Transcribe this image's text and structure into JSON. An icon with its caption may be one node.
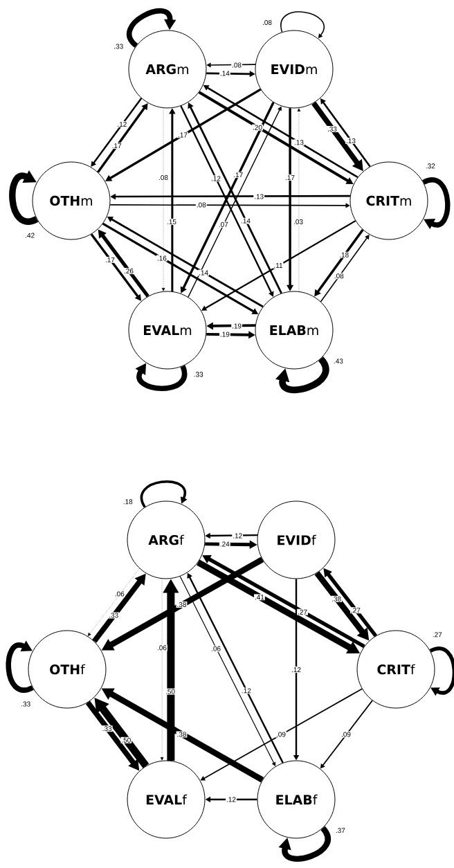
{
  "diagram": {
    "nodes": [
      {
        "text": [
          "**ARG**m"
        ]
      },
      {
        "text": [
          "**EVID**m"
        ]
      },
      {
        "text": [
          "**OTH**m"
        ]
      },
      {
        "text": [
          "**CRIT**m"
        ]
      },
      {
        "text": [
          "**EVAL**m"
        ]
      },
      {
        "text": [
          "**ELAB**m"
        ]
      },
      {
        "text": [
          "**ARG**f"
        ]
      },
      {
        "text": [
          "**EVID**f"
        ]
      },
      {
        "text": [
          "**OTH**f"
        ]
      },
      {
        "text": [
          "**CRIT**f"
        ]
      },
      {
        "text": [
          "**EVAL**f"
        ]
      },
      {
        "text": [
          "**ELAB**f"
        ]
      }
    ],
    "edges": [
      {
        "from": 0,
        "to": 0,
        "arrow": "to",
        "label": ".33",
        "style": "thick"
      },
      {
        "from": 1,
        "to": 1,
        "arrow": "to",
        "label": ".08"
      },
      {
        "from": 2,
        "to": 2,
        "arrow": "to",
        "label": ".42",
        "style": "thick"
      },
      {
        "from": 3,
        "to": 3,
        "arrow": "to",
        "label": ".32",
        "style": "thick"
      },
      {
        "from": 4,
        "to": 4,
        "arrow": "to",
        "label": ".33",
        "style": "thick"
      },
      {
        "from": 5,
        "to": 5,
        "arrow": "to",
        "label": ".43",
        "style": "thick"
      },
      {
        "from": 0,
        "to": 1,
        "arrow": "to",
        "label": ".14"
      },
      {
        "from": 1,
        "to": 0,
        "arrow": "to",
        "label": ".08"
      },
      {
        "from": 2,
        "to": 0,
        "arrow": "to",
        "label": ".17"
      },
      {
        "from": 0,
        "to": 2,
        "arrow": "to",
        "label": ".12"
      },
      {
        "from": 1,
        "to": 3,
        "arrow": "to",
        "label": ".33",
        "style": "thick"
      },
      {
        "from": 3,
        "to": 1,
        "arrow": "to",
        "label": ".13"
      },
      {
        "from": 0,
        "to": 3,
        "arrow": "to",
        "label": ".20"
      },
      {
        "from": 3,
        "to": 0,
        "arrow": "to",
        "label": ".13"
      },
      {
        "from": 1,
        "to": 2,
        "arrow": "to",
        "label": ".17"
      },
      {
        "from": 3,
        "to": 2,
        "arrow": "to",
        "label": ".13"
      },
      {
        "from": 2,
        "to": 3,
        "arrow": "to",
        "label": ".08"
      },
      {
        "from": 5,
        "to": 2,
        "arrow": "to",
        "label": ".14"
      },
      {
        "from": 2,
        "to": 5,
        "arrow": "to",
        "label": ".16"
      },
      {
        "from": 2,
        "to": 4,
        "arrow": "to",
        "label": ".17"
      },
      {
        "from": 4,
        "to": 2,
        "arrow": "to",
        "label": ".26"
      },
      {
        "from": 4,
        "to": 0,
        "arrow": "to",
        "label": ".15"
      },
      {
        "from": 0,
        "to": 4,
        "arrow": "to",
        "label": ".08",
        "style": "dashed"
      },
      {
        "from": 5,
        "to": 0,
        "arrow": "to",
        "label": ".14"
      },
      {
        "from": 0,
        "to": 5,
        "arrow": "to",
        "label": ".12"
      },
      {
        "from": 4,
        "to": 1,
        "arrow": "to",
        "label": ".07"
      },
      {
        "from": 1,
        "to": 4,
        "arrow": "to",
        "label": ".17"
      },
      {
        "from": 5,
        "to": 1,
        "arrow": "to",
        "label": ".03",
        "style": "dashed"
      },
      {
        "from": 1,
        "to": 5,
        "arrow": "to",
        "label": ".17"
      },
      {
        "from": 5,
        "to": 3,
        "arrow": "to",
        "label": ".08"
      },
      {
        "from": 3,
        "to": 5,
        "arrow": "to",
        "label": ".18"
      },
      {
        "from": 3,
        "to": 4,
        "arrow": "to",
        "label": ".11"
      },
      {
        "from": 4,
        "to": 5,
        "arrow": "to",
        "label": ".19"
      },
      {
        "from": 5,
        "to": 4,
        "arrow": "to",
        "label": ".19"
      },
      {
        "from": 6,
        "to": 6,
        "arrow": "to",
        "label": ".18"
      },
      {
        "from": 8,
        "to": 8,
        "arrow": "to",
        "label": ".33",
        "style": "thick"
      },
      {
        "from": 9,
        "to": 9,
        "arrow": "to",
        "label": ".27"
      },
      {
        "from": 11,
        "to": 11,
        "arrow": "to",
        "label": ".37",
        "style": "thick"
      },
      {
        "from": 6,
        "to": 7,
        "arrow": "to",
        "label": ".24"
      },
      {
        "from": 7,
        "to": 6,
        "arrow": "to",
        "label": ".12"
      },
      {
        "from": 8,
        "to": 6,
        "arrow": "to",
        "label": ".33",
        "style": "thick"
      },
      {
        "from": 6,
        "to": 8,
        "arrow": "to",
        "label": ".06",
        "style": "dashed"
      },
      {
        "from": 10,
        "to": 6,
        "arrow": "to",
        "label": ".50",
        "style": "thick"
      },
      {
        "from": 6,
        "to": 10,
        "arrow": "to",
        "label": ".06",
        "style": "dashed"
      },
      {
        "from": 11,
        "to": 6,
        "arrow": "to",
        "label": ".12"
      },
      {
        "from": 6,
        "to": 11,
        "arrow": "to",
        "label": ".06"
      },
      {
        "from": 6,
        "to": 9,
        "arrow": "to",
        "label": ".41",
        "style": "thick"
      },
      {
        "from": 9,
        "to": 6,
        "arrow": "to",
        "label": ".27"
      },
      {
        "from": 7,
        "to": 9,
        "arrow": "to",
        "label": ".38",
        "style": "thick"
      },
      {
        "from": 9,
        "to": 7,
        "arrow": "to",
        "label": ".27"
      },
      {
        "from": 7,
        "to": 8,
        "arrow": "to",
        "label": ".38",
        "style": "thick"
      },
      {
        "from": 11,
        "to": 8,
        "arrow": "to",
        "label": ".38",
        "style": "thick"
      },
      {
        "from": 7,
        "to": 11,
        "arrow": "to",
        "label": ".12"
      },
      {
        "from": 9,
        "to": 10,
        "arrow": "to",
        "label": ".09"
      },
      {
        "from": 9,
        "to": 11,
        "arrow": "to",
        "label": ".09"
      },
      {
        "from": 8,
        "to": 10,
        "arrow": "to",
        "label": ".33",
        "style": "thick"
      },
      {
        "from": 10,
        "to": 8,
        "arrow": "to",
        "label": ".50",
        "style": "thick"
      },
      {
        "from": 11,
        "to": 10,
        "arrow": "to",
        "label": ".12"
      }
    ]
  }
}
